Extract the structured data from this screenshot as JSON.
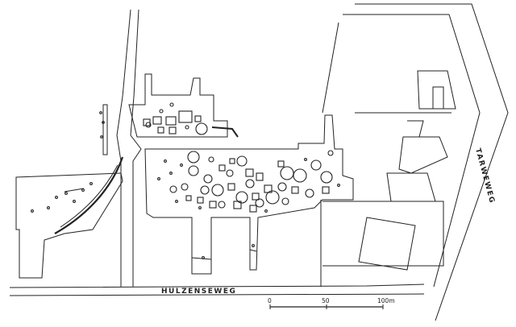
{
  "map": {
    "streets": [
      {
        "key": "hulzenseweg",
        "label": "HULZENSEWEG"
      },
      {
        "key": "tarweweg",
        "label": "TARWEWEG"
      }
    ],
    "scale_bar": {
      "ticks": [
        "0",
        "50",
        "100m"
      ]
    },
    "colors": {
      "ink": "#222222",
      "paper": "#ffffff"
    }
  }
}
